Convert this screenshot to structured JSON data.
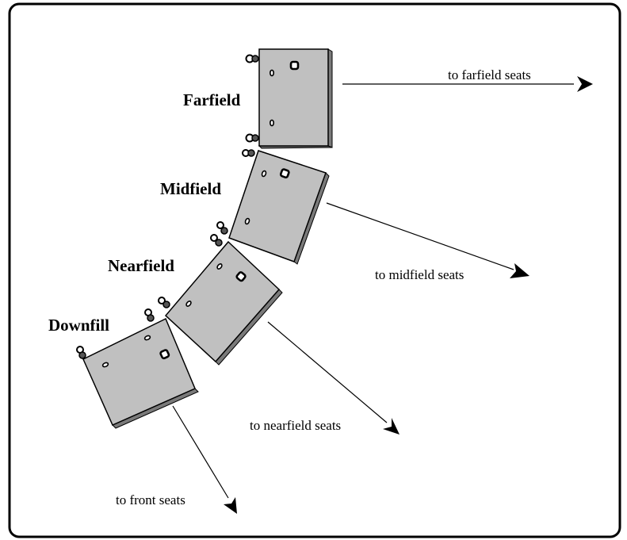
{
  "diagram": {
    "colors": {
      "cabinet_face": "#c0c0c0",
      "cabinet_side": "#7a7a7a",
      "outline": "#000000",
      "background": "#ffffff"
    },
    "cabinets": [
      {
        "id": "farfield",
        "label": "Farfield"
      },
      {
        "id": "midfield",
        "label": "Midfield"
      },
      {
        "id": "nearfield",
        "label": "Nearfield"
      },
      {
        "id": "downfill",
        "label": "Downfill"
      }
    ],
    "arrows": [
      {
        "id": "farfield",
        "label": "to farfield seats"
      },
      {
        "id": "midfield",
        "label": "to midfield seats"
      },
      {
        "id": "nearfield",
        "label": "to nearfield seats"
      },
      {
        "id": "front",
        "label": "to front seats"
      }
    ]
  }
}
